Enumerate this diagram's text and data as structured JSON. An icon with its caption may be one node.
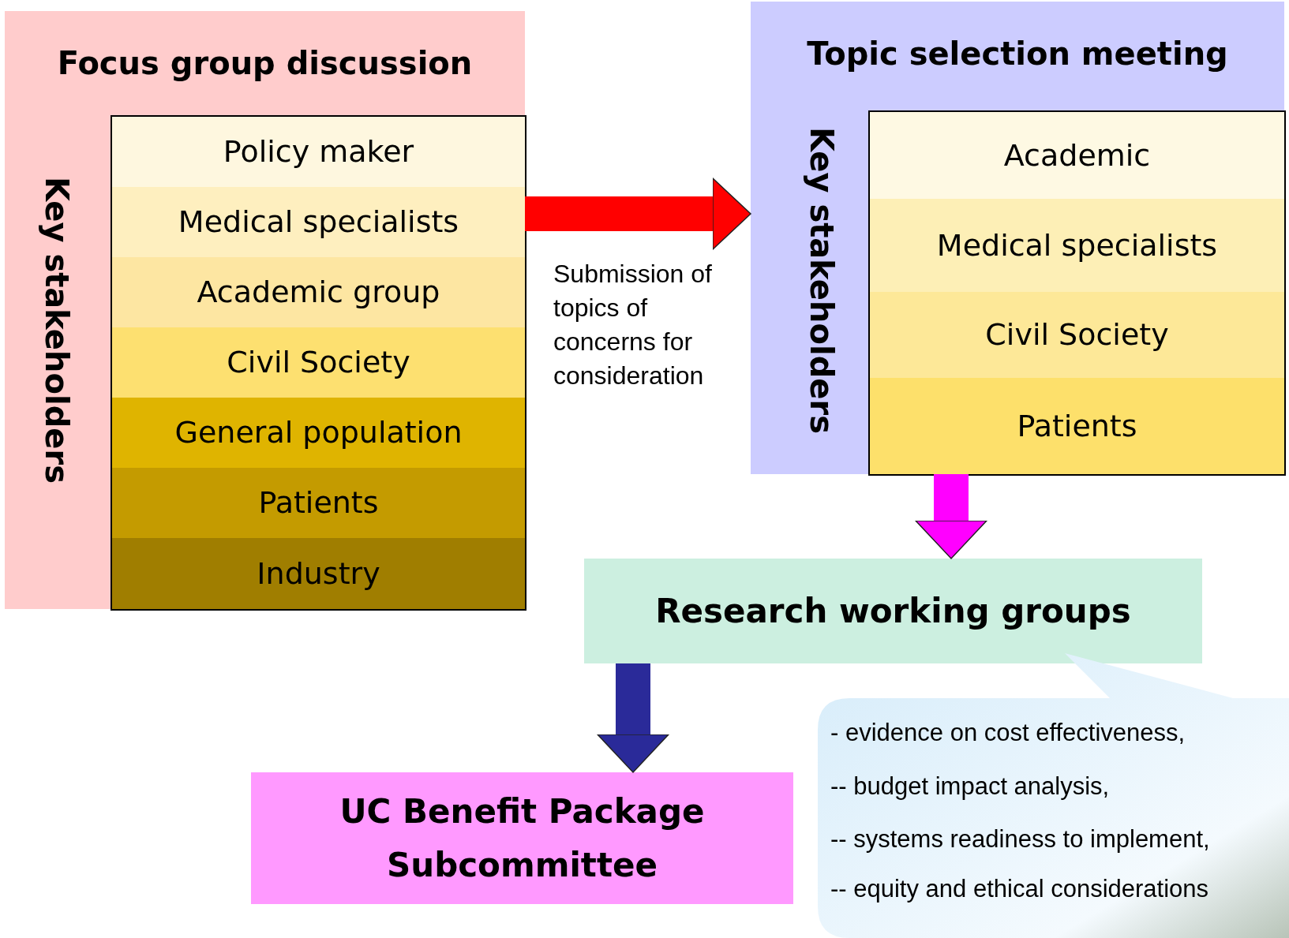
{
  "diagram": {
    "nodes": [
      {
        "text": [
          "Focus group discussion",
          "Key stakeholders"
        ]
      },
      {
        "text": [],
        "shape": "box",
        "in": 0
      },
      {
        "text": [
          "Policy maker"
        ],
        "in": 1
      },
      {
        "text": [
          "Medical specialists"
        ],
        "in": 1
      },
      {
        "text": [
          "Academic group"
        ],
        "in": 1
      },
      {
        "text": [
          "Civil Society"
        ],
        "in": 1
      },
      {
        "text": [
          "General population"
        ],
        "in": 1
      },
      {
        "text": [
          "Patients"
        ],
        "in": 1
      },
      {
        "text": [
          "Industry"
        ],
        "in": 1
      },
      {
        "text": [
          "Topic selection meeting",
          "Key stakeholders"
        ]
      },
      {
        "text": [],
        "shape": "box",
        "in": 9
      },
      {
        "text": [
          "Academic"
        ],
        "in": 10
      },
      {
        "text": [
          "Medical specialists"
        ],
        "in": 10
      },
      {
        "text": [
          "Civil Society"
        ],
        "in": 10
      },
      {
        "text": [
          "Patients"
        ],
        "in": 10
      },
      {
        "text": [
          "Research working groups"
        ]
      },
      {
        "text": [
          "UC Benefit Package Subcommittee"
        ]
      },
      {
        "text": [
          "- evidence on cost effectiveness,",
          "-- budget impact analysis,",
          "-- systems readiness to implement,",
          "-- equity and ethical considerations"
        ]
      }
    ],
    "edges": [
      {
        "from": 0,
        "to": 9,
        "arrow": "to",
        "label": "Submission of topics of concerns for consideration",
        "color": "#ff0000"
      },
      {
        "from": 9,
        "to": 15,
        "arrow": "to",
        "color": "#ff00ff"
      },
      {
        "from": 15,
        "to": 16,
        "arrow": "to",
        "color": "#2a2a99"
      }
    ]
  }
}
